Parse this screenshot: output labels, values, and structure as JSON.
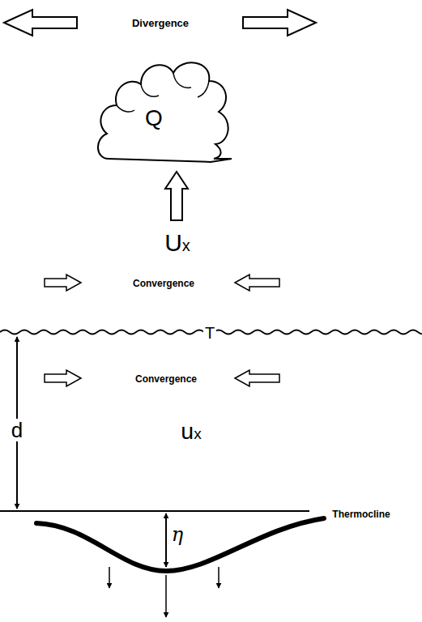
{
  "diagram": {
    "nodes": [
      {
        "text": [
          "Q"
        ]
      }
    ],
    "labels": [
      "Divergence",
      "Ux",
      "Convergence",
      "T",
      "Convergence",
      "d",
      "ux",
      "Thermocline",
      "η"
    ]
  }
}
